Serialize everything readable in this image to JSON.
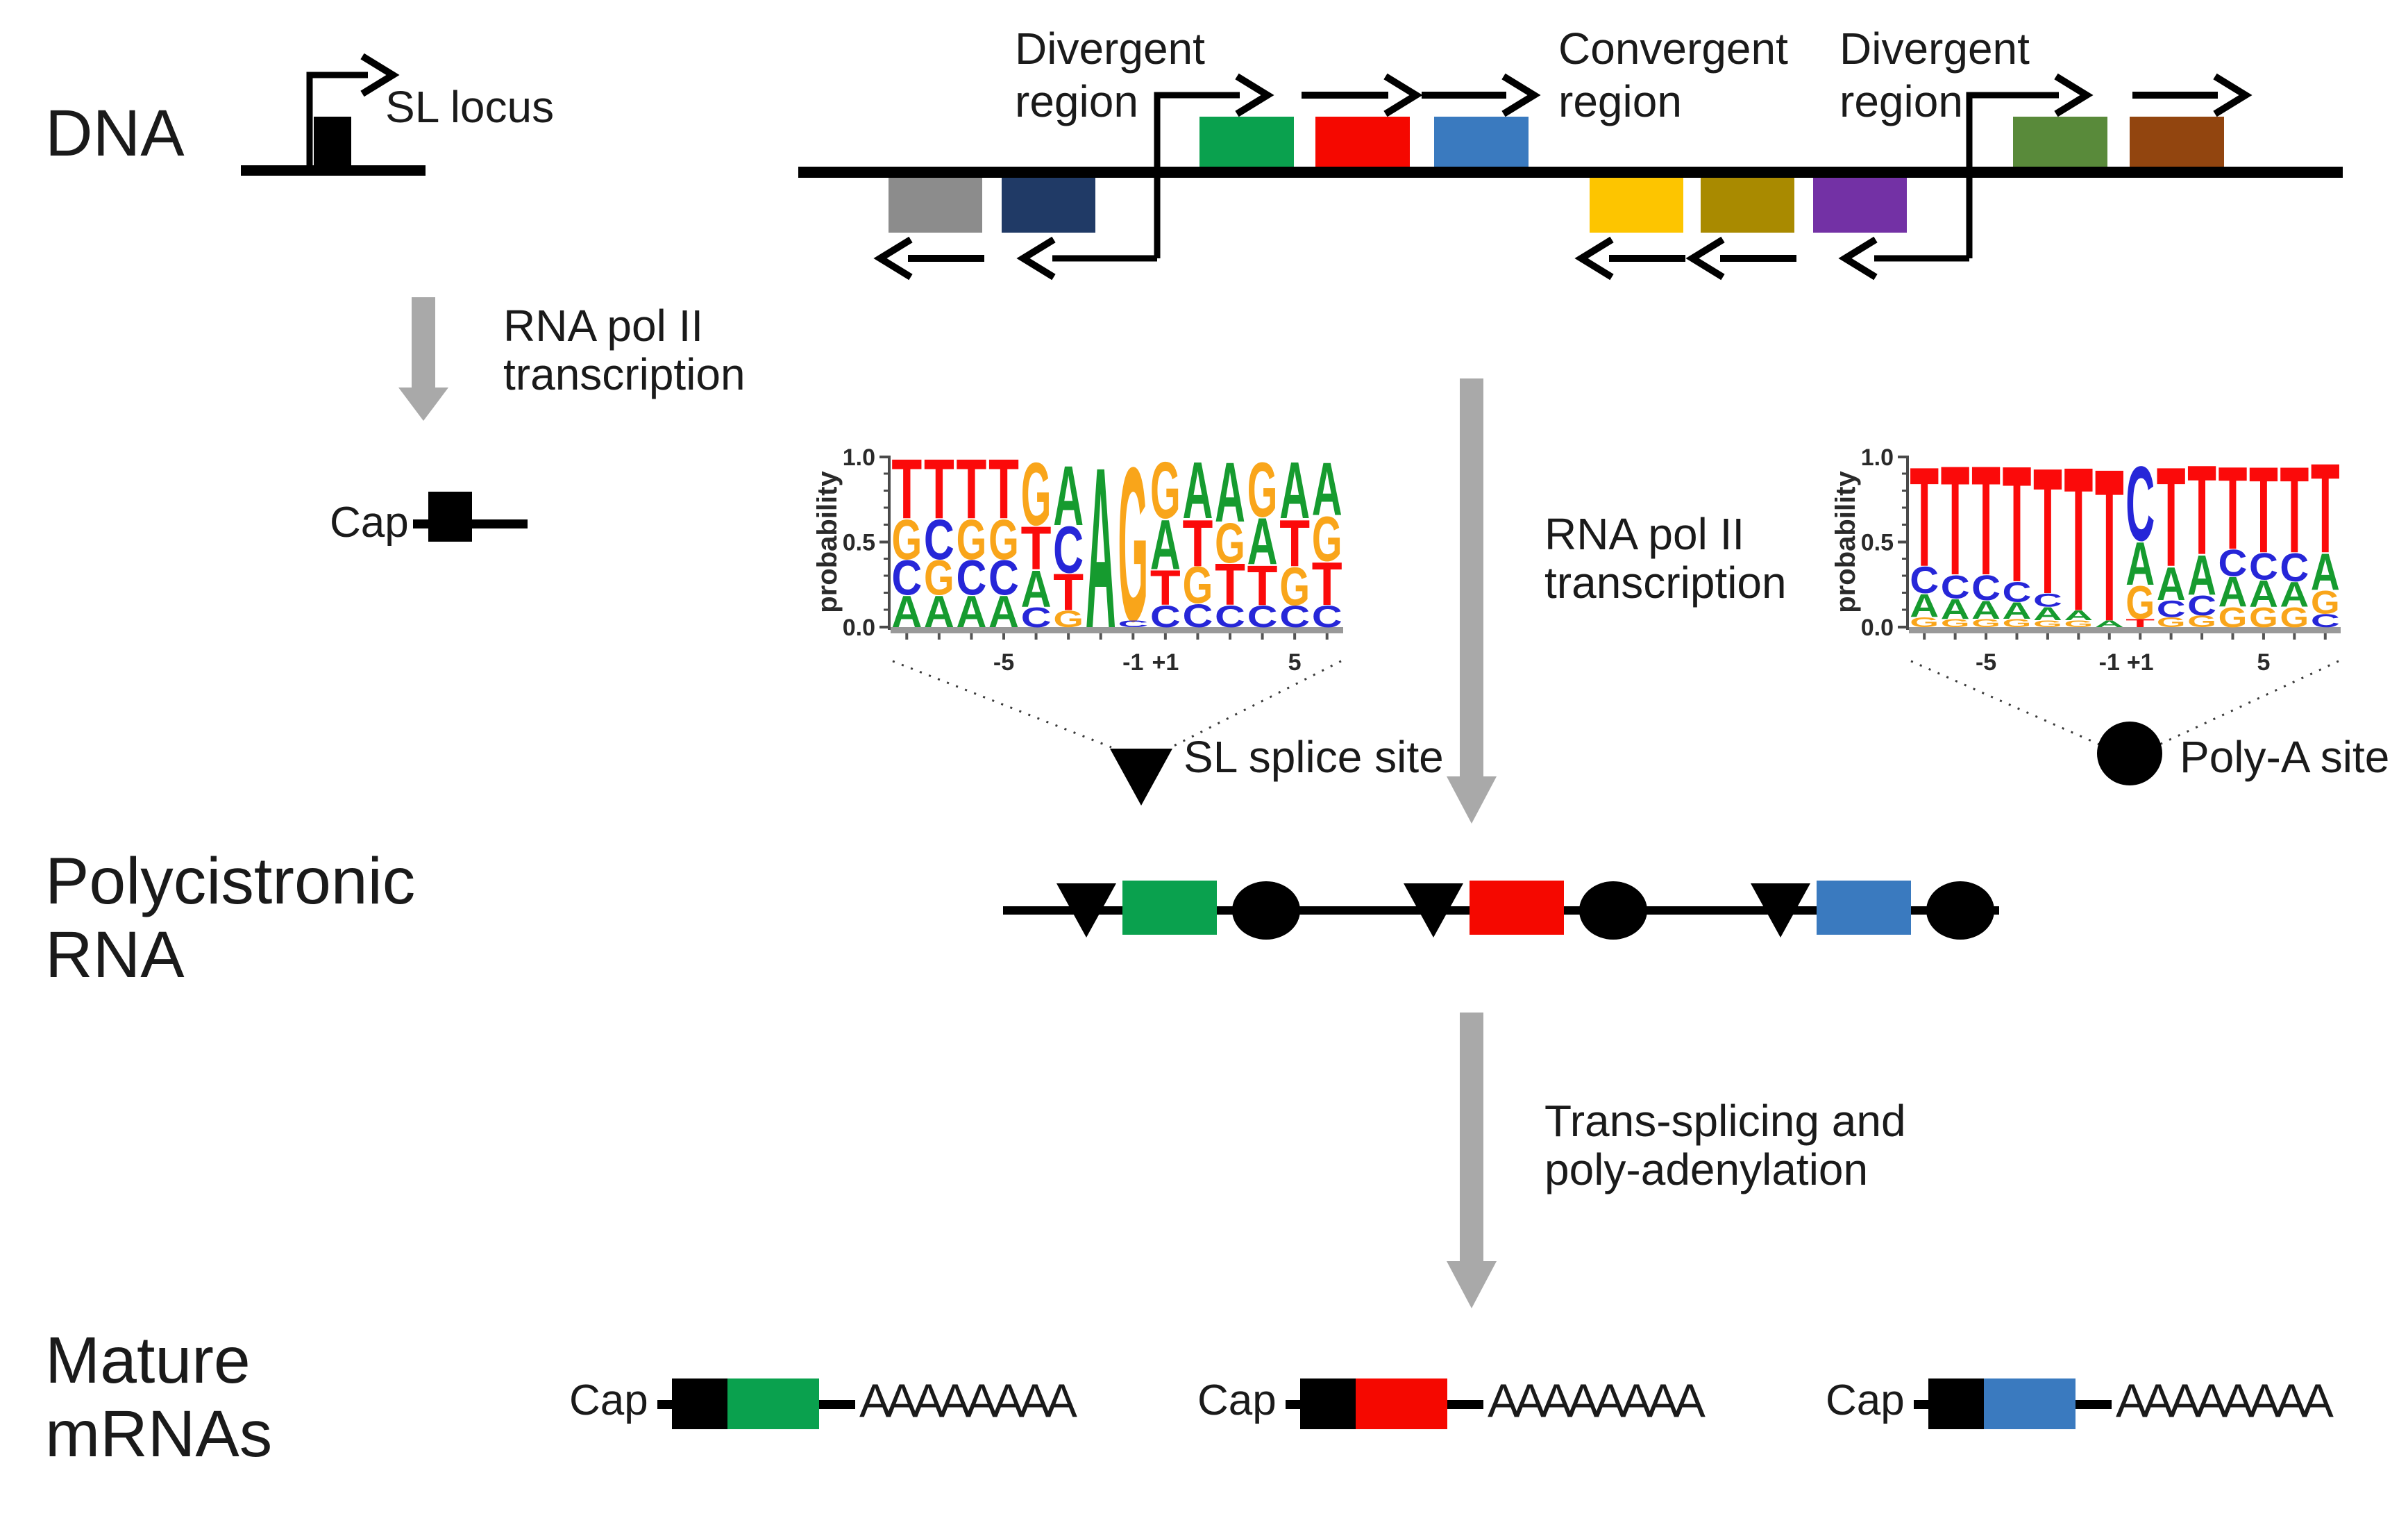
{
  "colors": {
    "arrow_gray": "#a9a9a9",
    "line_black": "#000000"
  },
  "row_labels": {
    "dna": "DNA",
    "polycistronic_line1": "Polycistronic",
    "polycistronic_line2": "RNA",
    "mature_line1": "Mature",
    "mature_line2": "mRNAs"
  },
  "dna": {
    "sl_locus_label": "SL locus",
    "region_labels": {
      "divergent1_line1": "Divergent",
      "divergent1_line2": "region",
      "convergent_line1": "Convergent",
      "convergent_line2": "region",
      "divergent2_line1": "Divergent",
      "divergent2_line2": "region"
    },
    "forward_gene_colors": [
      "#0aa14e",
      "#f50800",
      "#3a7abf",
      "#598a3a",
      "#92450f"
    ],
    "reverse_gene_colors": [
      "#8c8c8c",
      "#203a66",
      "#fdc500",
      "#a98a00",
      "#7331a5"
    ]
  },
  "process_labels": {
    "left_transcription_line1": "RNA pol II",
    "left_transcription_line2": "transcription",
    "center_transcription_line1": "RNA pol II",
    "center_transcription_line2": "transcription",
    "trans_splicing_line1": "Trans-splicing and",
    "trans_splicing_line2": "poly-adenylation"
  },
  "cap_label": "Cap",
  "polya_tail": "AAAAAAAA",
  "logos": {
    "letter_colors": {
      "A": "#169b2f",
      "C": "#2626d8",
      "G": "#f9a51a",
      "T": "#fb0a0a"
    },
    "ylabel": "probability",
    "yticks": [
      {
        "v": 1.0,
        "label": "1.0"
      },
      {
        "v": 0.5,
        "label": "0.5"
      },
      {
        "v": 0.0,
        "label": "0.0"
      }
    ],
    "sl": {
      "marker_label": "SL splice site",
      "xticks": [
        {
          "col": 4,
          "label": "-5"
        },
        {
          "col": 8,
          "label": "-1"
        },
        {
          "col": 9,
          "label": "+1"
        },
        {
          "col": 13,
          "label": "5"
        }
      ],
      "columns": [
        [
          [
            "T",
            0.36
          ],
          [
            "G",
            0.24
          ],
          [
            "C",
            0.21
          ],
          [
            "A",
            0.19
          ]
        ],
        [
          [
            "T",
            0.36
          ],
          [
            "C",
            0.24
          ],
          [
            "G",
            0.21
          ],
          [
            "A",
            0.19
          ]
        ],
        [
          [
            "T",
            0.36
          ],
          [
            "G",
            0.24
          ],
          [
            "C",
            0.21
          ],
          [
            "A",
            0.19
          ]
        ],
        [
          [
            "T",
            0.36
          ],
          [
            "G",
            0.24
          ],
          [
            "C",
            0.21
          ],
          [
            "A",
            0.19
          ]
        ],
        [
          [
            "G",
            0.38
          ],
          [
            "T",
            0.26
          ],
          [
            "A",
            0.22
          ],
          [
            "C",
            0.12
          ]
        ],
        [
          [
            "A",
            0.36
          ],
          [
            "C",
            0.28
          ],
          [
            "T",
            0.22
          ],
          [
            "G",
            0.1
          ]
        ],
        [
          [
            "A",
            0.97
          ]
        ],
        [
          [
            "G",
            0.93
          ],
          [
            "C",
            0.04
          ]
        ],
        [
          [
            "G",
            0.34
          ],
          [
            "A",
            0.3
          ],
          [
            "T",
            0.21
          ],
          [
            "C",
            0.13
          ]
        ],
        [
          [
            "A",
            0.34
          ],
          [
            "T",
            0.28
          ],
          [
            "G",
            0.22
          ],
          [
            "C",
            0.14
          ]
        ],
        [
          [
            "A",
            0.36
          ],
          [
            "G",
            0.24
          ],
          [
            "T",
            0.25
          ],
          [
            "C",
            0.13
          ]
        ],
        [
          [
            "G",
            0.33
          ],
          [
            "A",
            0.28
          ],
          [
            "T",
            0.24
          ],
          [
            "C",
            0.13
          ]
        ],
        [
          [
            "A",
            0.34
          ],
          [
            "T",
            0.28
          ],
          [
            "G",
            0.23
          ],
          [
            "C",
            0.13
          ]
        ],
        [
          [
            "A",
            0.32
          ],
          [
            "G",
            0.27
          ],
          [
            "T",
            0.26
          ],
          [
            "C",
            0.13
          ]
        ]
      ]
    },
    "polya": {
      "marker_label": "Poly-A site",
      "xticks": [
        {
          "col": 3,
          "label": "-5"
        },
        {
          "col": 7,
          "label": "-1"
        },
        {
          "col": 8,
          "label": "+1"
        },
        {
          "col": 12,
          "label": "5"
        }
      ],
      "columns": [
        [
          [
            "T",
            0.6
          ],
          [
            "C",
            0.16
          ],
          [
            "A",
            0.14
          ],
          [
            "G",
            0.06
          ]
        ],
        [
          [
            "T",
            0.66
          ],
          [
            "C",
            0.14
          ],
          [
            "A",
            0.12
          ],
          [
            "G",
            0.05
          ]
        ],
        [
          [
            "T",
            0.66
          ],
          [
            "C",
            0.15
          ],
          [
            "A",
            0.11
          ],
          [
            "G",
            0.05
          ]
        ],
        [
          [
            "T",
            0.7
          ],
          [
            "C",
            0.12
          ],
          [
            "A",
            0.1
          ],
          [
            "G",
            0.05
          ]
        ],
        [
          [
            "T",
            0.76
          ],
          [
            "C",
            0.08
          ],
          [
            "A",
            0.08
          ],
          [
            "G",
            0.04
          ]
        ],
        [
          [
            "T",
            0.87
          ],
          [
            "A",
            0.06
          ],
          [
            "G",
            0.04
          ]
        ],
        [
          [
            "T",
            0.92
          ],
          [
            "A",
            0.04
          ]
        ],
        [
          [
            "C",
            0.45
          ],
          [
            "A",
            0.26
          ],
          [
            "G",
            0.2
          ],
          [
            "T",
            0.05
          ]
        ],
        [
          [
            "T",
            0.6
          ],
          [
            "A",
            0.2
          ],
          [
            "C",
            0.1
          ],
          [
            "G",
            0.06
          ]
        ],
        [
          [
            "T",
            0.54
          ],
          [
            "A",
            0.24
          ],
          [
            "C",
            0.12
          ],
          [
            "G",
            0.07
          ]
        ],
        [
          [
            "T",
            0.5
          ],
          [
            "C",
            0.16
          ],
          [
            "A",
            0.18
          ],
          [
            "G",
            0.12
          ]
        ],
        [
          [
            "T",
            0.52
          ],
          [
            "C",
            0.16
          ],
          [
            "A",
            0.16
          ],
          [
            "G",
            0.12
          ]
        ],
        [
          [
            "T",
            0.52
          ],
          [
            "C",
            0.17
          ],
          [
            "A",
            0.15
          ],
          [
            "G",
            0.12
          ]
        ],
        [
          [
            "T",
            0.54
          ],
          [
            "A",
            0.22
          ],
          [
            "G",
            0.14
          ],
          [
            "C",
            0.08
          ]
        ]
      ]
    }
  },
  "polycistronic": {
    "unit_colors": [
      "#0aa14e",
      "#f50800",
      "#3a7abf"
    ]
  },
  "mature_mrnas": [
    {
      "color": "#0aa14e"
    },
    {
      "color": "#f50800"
    },
    {
      "color": "#3a7abf"
    }
  ]
}
